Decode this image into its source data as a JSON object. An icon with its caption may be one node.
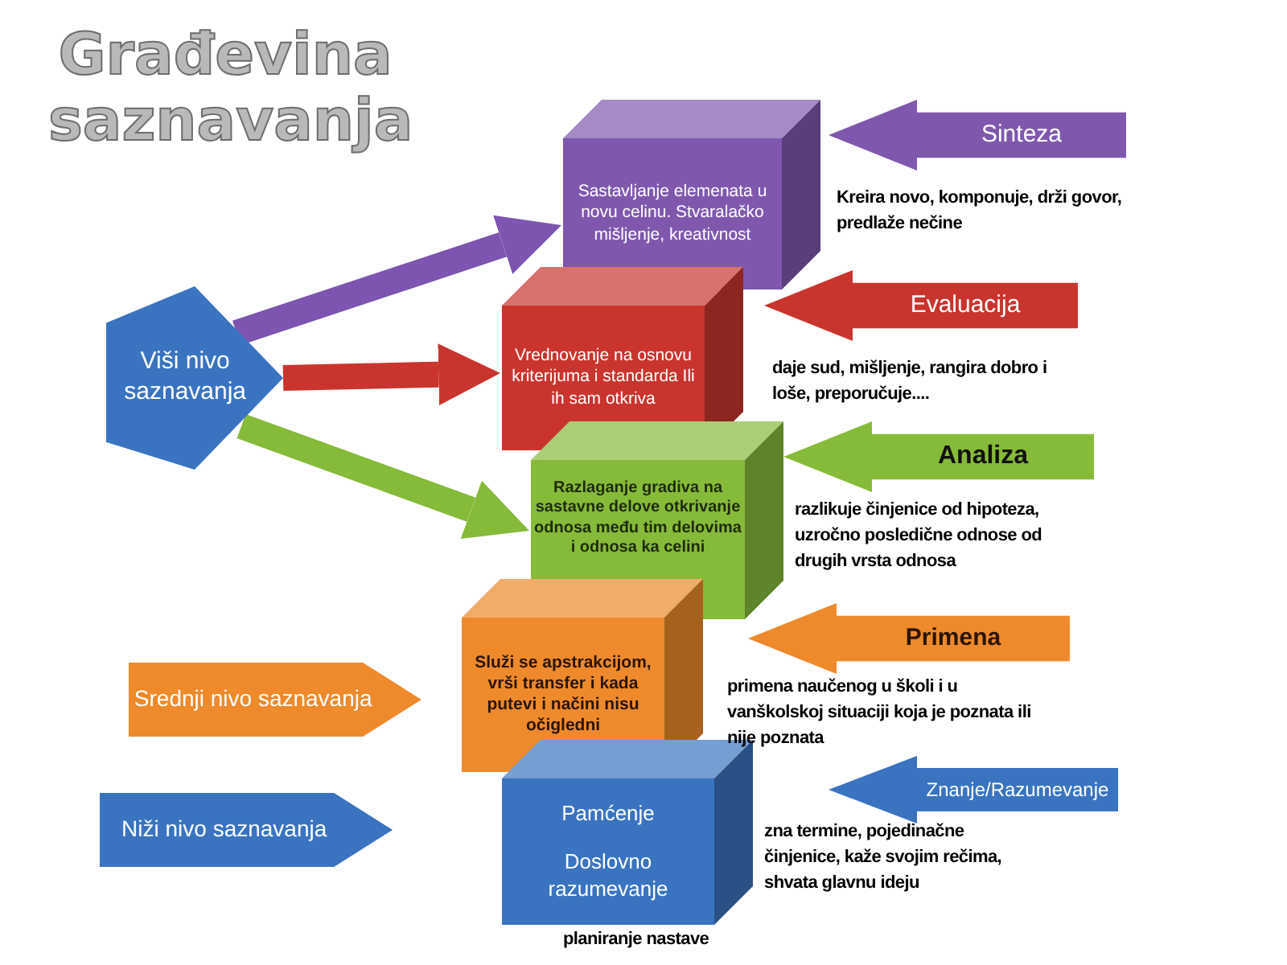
{
  "diagram": {
    "title": "Građevina saznavanja",
    "nodes": [
      {
        "text": [
          "Viši nivo saznavanja"
        ]
      },
      {
        "text": [
          "Srednji nivo saznavanja"
        ]
      },
      {
        "text": [
          "Niži nivo saznavanja"
        ]
      },
      {
        "text": [
          "Sastavljanje elemenata u novu celinu. Stvaralačko mišljenje, kreativnost"
        ]
      },
      {
        "text": [
          "Vrednovanje na osnovu kriterijuma i standarda Ili ih sam otkriva"
        ]
      },
      {
        "text": [
          "Razlaganje gradiva na sastavne delove otkrivanje odnosa među tim delovima i odnosa ka celini"
        ]
      },
      {
        "text": [
          "Služi se apstrakcijom, vrši transfer i kada putevi i načini nisu očigledni"
        ]
      },
      {
        "text": [
          "Pamćenje",
          "Doslovno razumevanje"
        ],
        "beside": [
          "planiranje nastave"
        ]
      },
      {
        "text": [
          "Sinteza"
        ],
        "beside": [
          "Kreira novo, komponuje, drži govor, predlaže nečine"
        ]
      },
      {
        "text": [
          "Evaluacija"
        ],
        "beside": [
          "daje sud, mišljenje, rangira dobro i loše, preporučuje...."
        ]
      },
      {
        "text": [
          "Analiza"
        ],
        "beside": [
          "razlikuje činjenice od hipoteza, uzročno posledične odnose od drugih vrsta odnosa"
        ]
      },
      {
        "text": [
          "Primena"
        ],
        "beside": [
          "primena naučenog u školi i u vanškolskoj situaciji koja je poznata ili nije poznata"
        ]
      },
      {
        "text": [
          "Znanje/Razumevanje"
        ],
        "beside": [
          "zna termine, pojedinačne činjenice, kaže svojim rečima, shvata glavnu ideju"
        ]
      }
    ],
    "edges": [
      {
        "from": 0,
        "to": 3,
        "arrow": "to",
        "color": "#7d55b0"
      },
      {
        "from": 0,
        "to": 4,
        "arrow": "to",
        "color": "#c9352e"
      },
      {
        "from": 0,
        "to": 5,
        "arrow": "to",
        "color": "#86bb3a"
      }
    ]
  }
}
